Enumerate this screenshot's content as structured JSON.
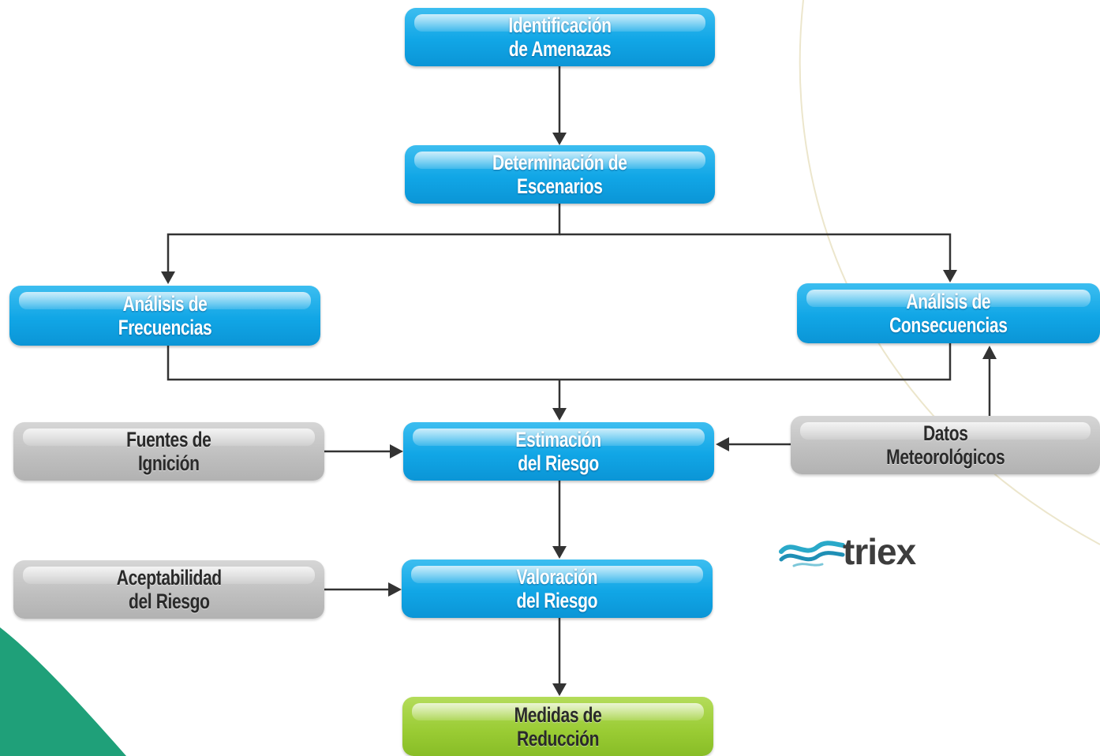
{
  "colors": {
    "primary_box": "#11a6e6",
    "input_box": "#bebebe",
    "result_box": "#99cb33",
    "connector": "#333333",
    "logo_wave": "#2aa9c9",
    "decor_green": "#1fa079"
  },
  "nodes": {
    "identificacion": {
      "label": "Identificación\nde Amenazas"
    },
    "escenarios": {
      "label": "Determinación de\nEscenarios"
    },
    "frecuencias": {
      "label": "Análisis de\nFrecuencias"
    },
    "consecuencias": {
      "label": "Análisis de\nConsecuencias"
    },
    "fuentes": {
      "label": "Fuentes de\nIgnición"
    },
    "estimacion": {
      "label": "Estimación\ndel Riesgo"
    },
    "datos": {
      "label": "Datos\nMeteorológicos"
    },
    "aceptabilidad": {
      "label": "Aceptabilidad\ndel Riesgo"
    },
    "valoracion": {
      "label": "Valoración\ndel Riesgo"
    },
    "medidas": {
      "label": "Medidas de\nReducción"
    }
  },
  "logo": {
    "text": "triex",
    "icon": "wave-icon"
  }
}
